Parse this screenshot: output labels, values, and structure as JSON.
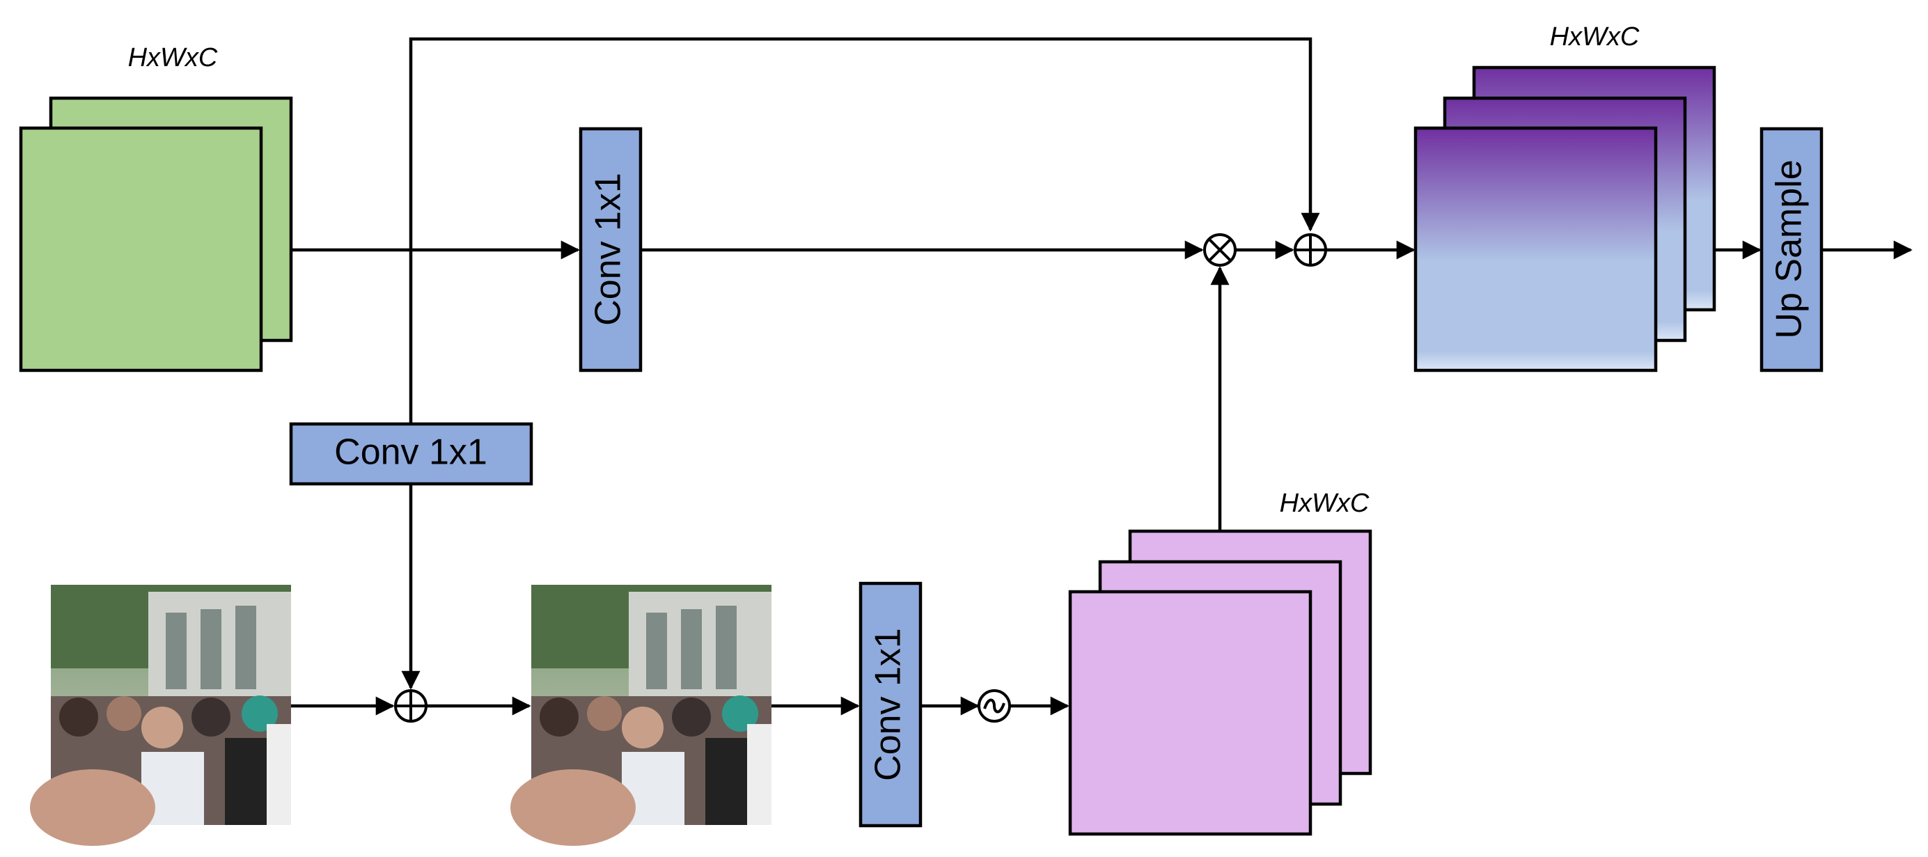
{
  "labels": {
    "dim_input": "HxWxC",
    "dim_output": "HxWxC",
    "dim_attention": "HxWxC",
    "conv_top": "Conv 1x1",
    "conv_side": "Conv 1x1",
    "conv_bottom": "Conv 1x1",
    "upsample": "Up Sample"
  },
  "symbols": {
    "multiply": "⊗",
    "add": "⊕",
    "activation": "~"
  },
  "colors": {
    "input_feature": "#a9d18e",
    "conv_block": "#8faadc",
    "attention_map": "#e0b4ec",
    "output_top": "#7030a0",
    "output_bottom": "#afc4e6",
    "stroke": "#000000"
  },
  "icons": {
    "crowd_photo": "crowd-scene-photo"
  }
}
